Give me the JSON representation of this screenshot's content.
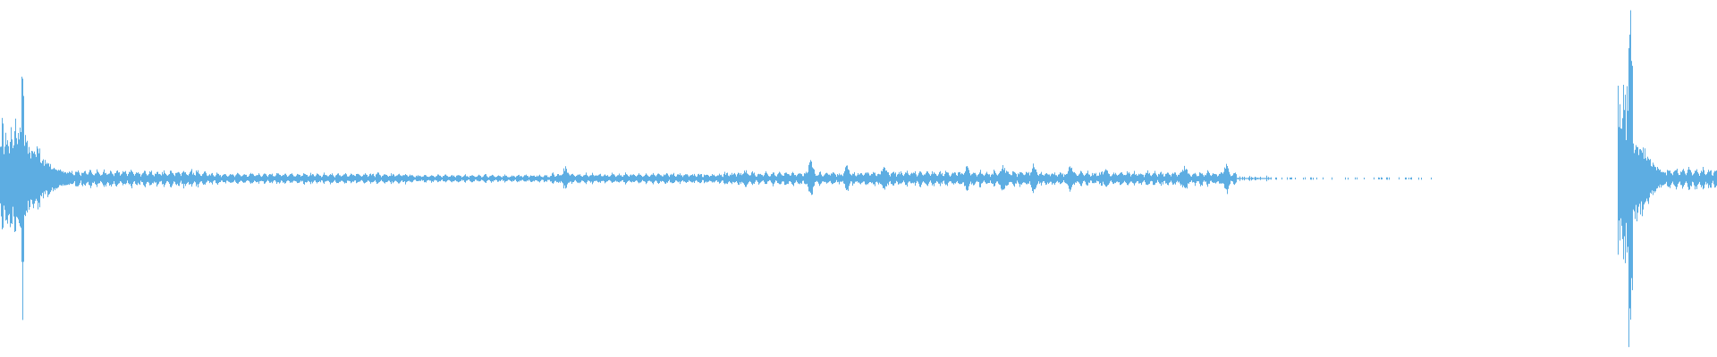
{
  "waveform": {
    "color": "#5dade2",
    "background": "#ffffff",
    "orientation": "horizontal",
    "style": "mirrored-amplitude",
    "segments": [
      {
        "start": 0.0,
        "end": 0.012,
        "level": 0.34,
        "profile": "noise"
      },
      {
        "start": 0.012,
        "end": 0.014,
        "level": 0.68,
        "profile": "spike"
      },
      {
        "start": 0.014,
        "end": 0.04,
        "level": 0.22,
        "profile": "decay"
      },
      {
        "start": 0.04,
        "end": 0.12,
        "level": 0.05,
        "profile": "pulses"
      },
      {
        "start": 0.12,
        "end": 0.24,
        "level": 0.032,
        "profile": "pulses"
      },
      {
        "start": 0.24,
        "end": 0.32,
        "level": 0.022,
        "profile": "pulses"
      },
      {
        "start": 0.32,
        "end": 0.42,
        "level": 0.03,
        "profile": "pulses"
      },
      {
        "start": 0.42,
        "end": 0.5,
        "level": 0.038,
        "profile": "pulses"
      },
      {
        "start": 0.5,
        "end": 0.6,
        "level": 0.044,
        "profile": "pulses"
      },
      {
        "start": 0.6,
        "end": 0.72,
        "level": 0.04,
        "profile": "pulses"
      },
      {
        "start": 0.72,
        "end": 0.74,
        "level": 0.01,
        "profile": "sparse"
      },
      {
        "start": 0.74,
        "end": 0.835,
        "level": 0.006,
        "profile": "dots"
      },
      {
        "start": 0.835,
        "end": 0.942,
        "level": 0.0,
        "profile": "silence"
      },
      {
        "start": 0.942,
        "end": 0.948,
        "level": 0.52,
        "profile": "noise"
      },
      {
        "start": 0.948,
        "end": 0.951,
        "level": 0.85,
        "profile": "spike"
      },
      {
        "start": 0.951,
        "end": 0.97,
        "level": 0.28,
        "profile": "decay"
      },
      {
        "start": 0.97,
        "end": 1.0,
        "level": 0.06,
        "profile": "pulses"
      }
    ],
    "accents": [
      {
        "at": 0.329,
        "level": 0.075
      },
      {
        "at": 0.434,
        "level": 0.055
      },
      {
        "at": 0.472,
        "level": 0.12
      },
      {
        "at": 0.493,
        "level": 0.085
      },
      {
        "at": 0.515,
        "level": 0.08
      },
      {
        "at": 0.563,
        "level": 0.075
      },
      {
        "at": 0.584,
        "level": 0.085
      },
      {
        "at": 0.602,
        "level": 0.1
      },
      {
        "at": 0.623,
        "level": 0.085
      },
      {
        "at": 0.644,
        "level": 0.065
      },
      {
        "at": 0.69,
        "level": 0.08
      },
      {
        "at": 0.714,
        "level": 0.095
      }
    ]
  }
}
